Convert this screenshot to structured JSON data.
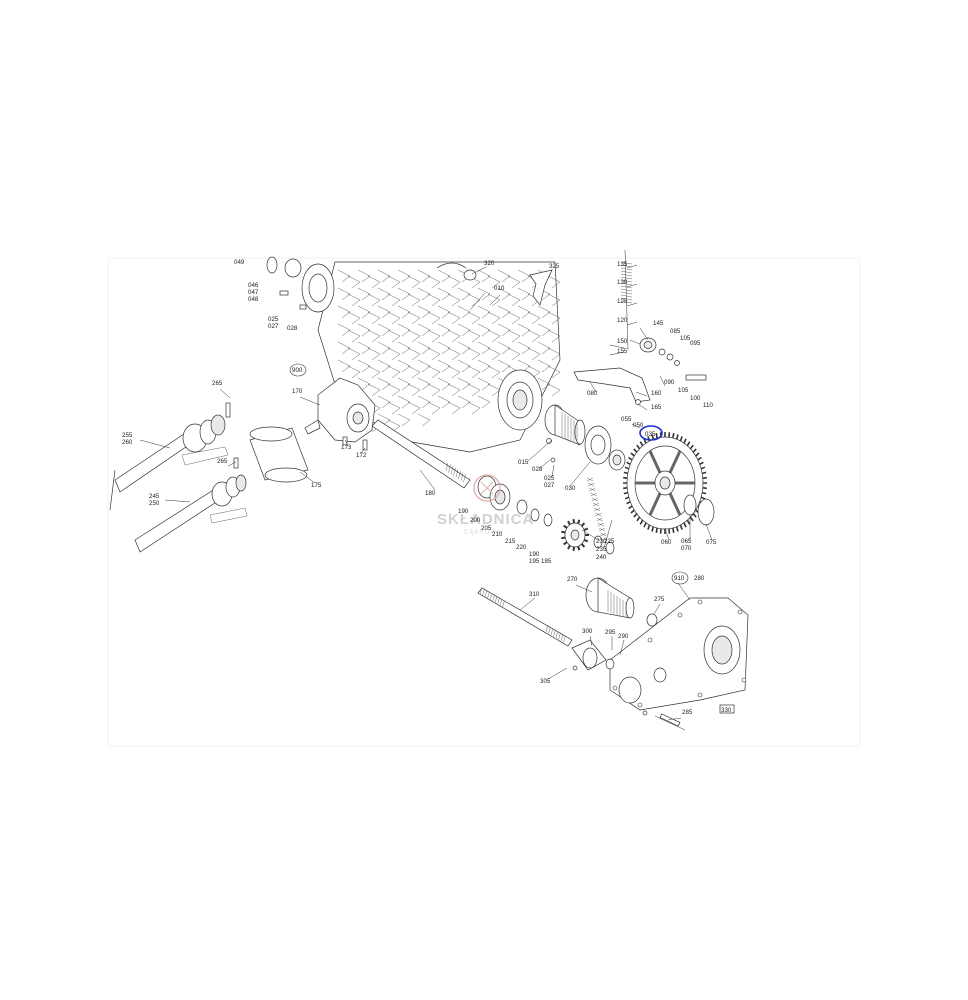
{
  "diagram": {
    "highlight_color": "#1a2fd0",
    "line_color": "#333333",
    "highlighted_part": "035",
    "part_labels": [
      {
        "id": "l049",
        "text": "049"
      },
      {
        "id": "l046",
        "text": "046"
      },
      {
        "id": "l047",
        "text": "047"
      },
      {
        "id": "l048",
        "text": "048"
      },
      {
        "id": "l025a",
        "text": "025"
      },
      {
        "id": "l027a",
        "text": "027"
      },
      {
        "id": "l028a",
        "text": "028"
      },
      {
        "id": "l010",
        "text": "010"
      },
      {
        "id": "l320",
        "text": "320"
      },
      {
        "id": "l325",
        "text": "325"
      },
      {
        "id": "l135",
        "text": "135"
      },
      {
        "id": "l130",
        "text": "130"
      },
      {
        "id": "l125",
        "text": "125"
      },
      {
        "id": "l120",
        "text": "120"
      },
      {
        "id": "l145",
        "text": "145"
      },
      {
        "id": "l085",
        "text": "085"
      },
      {
        "id": "l105a",
        "text": "105"
      },
      {
        "id": "l095",
        "text": "095"
      },
      {
        "id": "l150",
        "text": "150"
      },
      {
        "id": "l155",
        "text": "155"
      },
      {
        "id": "l090",
        "text": "090"
      },
      {
        "id": "l105b",
        "text": "105"
      },
      {
        "id": "l080",
        "text": "080"
      },
      {
        "id": "l100",
        "text": "100"
      },
      {
        "id": "l110",
        "text": "110"
      },
      {
        "id": "l160",
        "text": "160"
      },
      {
        "id": "l165",
        "text": "165"
      },
      {
        "id": "l055",
        "text": "055"
      },
      {
        "id": "l050",
        "text": "050"
      },
      {
        "id": "l035",
        "text": "035"
      },
      {
        "id": "l900",
        "text": "900"
      },
      {
        "id": "l265a",
        "text": "265"
      },
      {
        "id": "l170",
        "text": "170"
      },
      {
        "id": "l255",
        "text": "255"
      },
      {
        "id": "l260",
        "text": "260"
      },
      {
        "id": "l265b",
        "text": "265"
      },
      {
        "id": "l173",
        "text": "173"
      },
      {
        "id": "l172",
        "text": "172"
      },
      {
        "id": "l175",
        "text": "175"
      },
      {
        "id": "l245",
        "text": "245"
      },
      {
        "id": "l250",
        "text": "250"
      },
      {
        "id": "l015",
        "text": "015"
      },
      {
        "id": "l028b",
        "text": "028"
      },
      {
        "id": "l025b",
        "text": "025"
      },
      {
        "id": "l027b",
        "text": "027"
      },
      {
        "id": "l030",
        "text": "030"
      },
      {
        "id": "l180",
        "text": "180"
      },
      {
        "id": "l190a",
        "text": "190"
      },
      {
        "id": "l200",
        "text": "200"
      },
      {
        "id": "l205",
        "text": "205"
      },
      {
        "id": "l210",
        "text": "210"
      },
      {
        "id": "l215",
        "text": "215"
      },
      {
        "id": "l220",
        "text": "220"
      },
      {
        "id": "l190b",
        "text": "190"
      },
      {
        "id": "l195",
        "text": "195"
      },
      {
        "id": "l185",
        "text": "185"
      },
      {
        "id": "l225",
        "text": "225"
      },
      {
        "id": "l230",
        "text": "230"
      },
      {
        "id": "l235",
        "text": "235"
      },
      {
        "id": "l240",
        "text": "240"
      },
      {
        "id": "l060",
        "text": "060"
      },
      {
        "id": "l065",
        "text": "065"
      },
      {
        "id": "l070",
        "text": "070"
      },
      {
        "id": "l075",
        "text": "075"
      },
      {
        "id": "l270",
        "text": "270"
      },
      {
        "id": "l910",
        "text": "910"
      },
      {
        "id": "l280",
        "text": "280"
      },
      {
        "id": "l310",
        "text": "310"
      },
      {
        "id": "l275",
        "text": "275"
      },
      {
        "id": "l300",
        "text": "300"
      },
      {
        "id": "l295",
        "text": "295"
      },
      {
        "id": "l290",
        "text": "290"
      },
      {
        "id": "l305",
        "text": "305"
      },
      {
        "id": "l285",
        "text": "285"
      },
      {
        "id": "l330",
        "text": "330"
      }
    ]
  },
  "watermark": {
    "name": "SKŁADNICA",
    "sub": "DĄBROWA"
  }
}
